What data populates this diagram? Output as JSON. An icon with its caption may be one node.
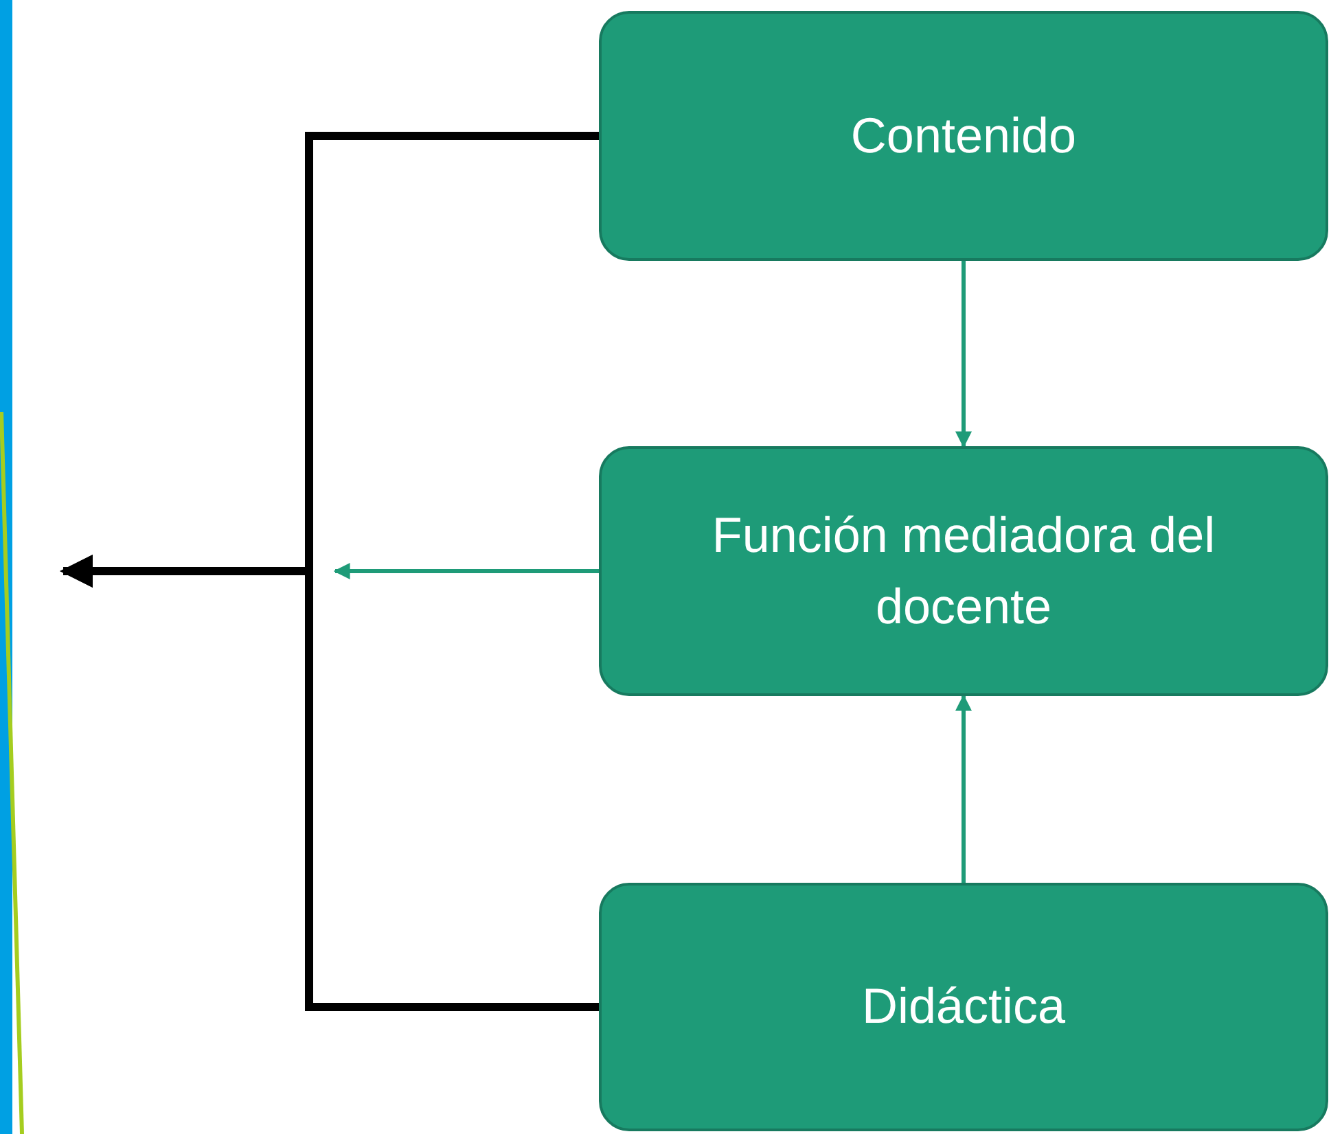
{
  "diagram": {
    "nodes": [
      {
        "text": [
          "Contenido"
        ]
      },
      {
        "text": [
          "Función mediadora del docente"
        ]
      },
      {
        "text": [
          "Didáctica"
        ]
      }
    ],
    "edges": [
      {
        "from": 0,
        "to": 1,
        "arrow": "to"
      },
      {
        "from": 2,
        "to": 1,
        "arrow": "to"
      },
      {
        "from": 1,
        "to": null,
        "arrow": "to"
      },
      {
        "from": 0,
        "to": null,
        "arrow": "to",
        "style": "thick",
        "color": "#000000"
      },
      {
        "from": 2,
        "to": null,
        "arrow": "to",
        "style": "thick",
        "color": "#000000"
      }
    ]
  }
}
